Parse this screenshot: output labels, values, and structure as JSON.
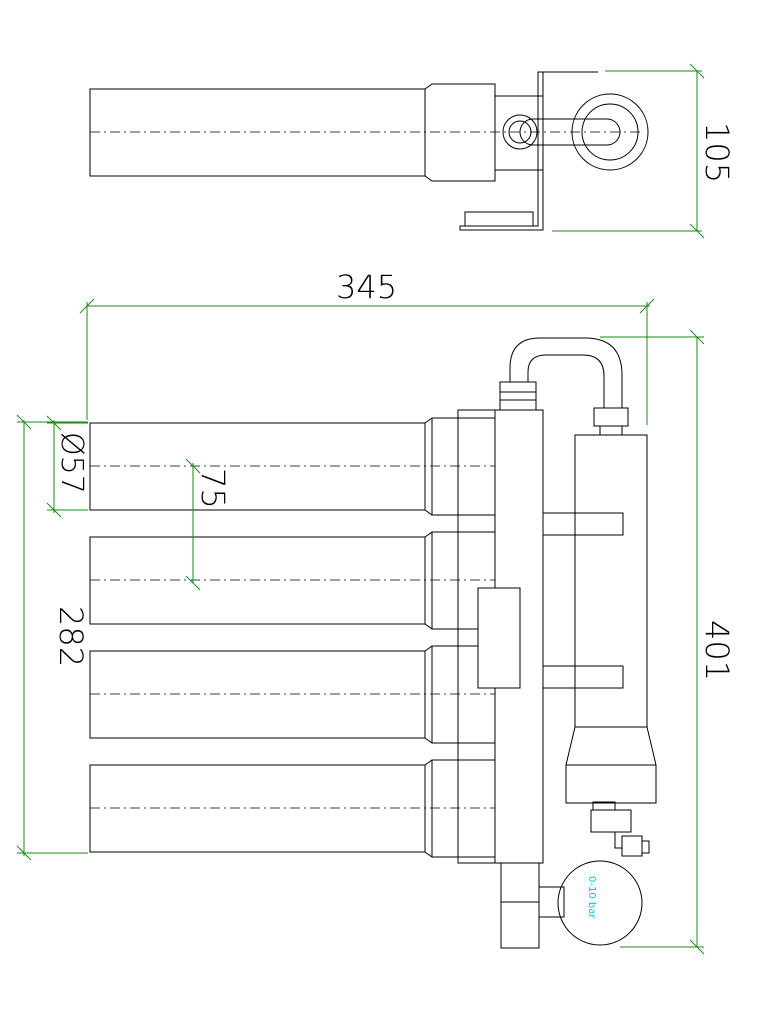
{
  "dimensions": {
    "height_top": "105",
    "overall_width": "345",
    "diameter": "Ø57",
    "pitch": "75",
    "total_height": "282",
    "overall_height": "401"
  },
  "gauge": {
    "label": "0-10 bar"
  },
  "colors": {
    "outline": "#000000",
    "dimension": "#1a8a1a",
    "gauge_text": "#00c8d8"
  }
}
